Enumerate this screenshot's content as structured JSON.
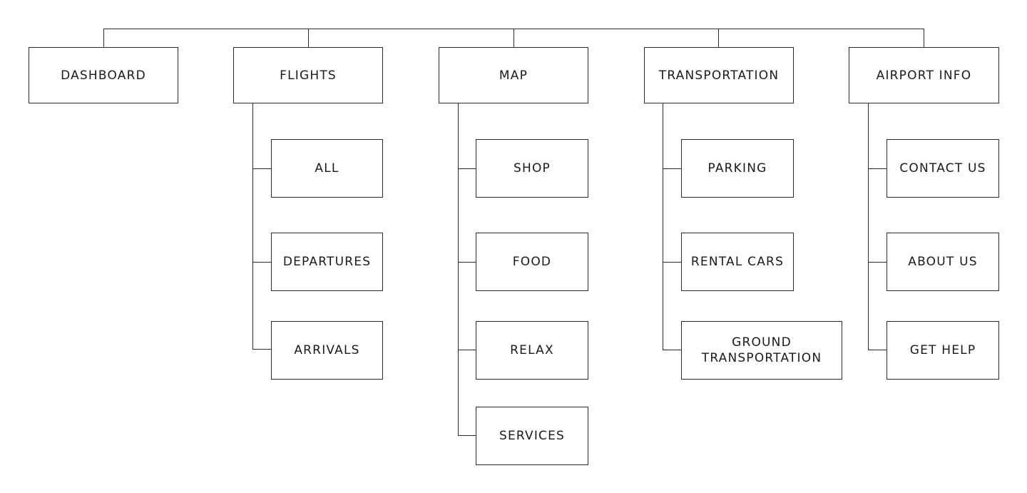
{
  "sitemap": {
    "sections": [
      {
        "label": "DASHBOARD",
        "children": []
      },
      {
        "label": "FLIGHTS",
        "children": [
          {
            "label": "ALL"
          },
          {
            "label": "DEPARTURES"
          },
          {
            "label": "ARRIVALS"
          }
        ]
      },
      {
        "label": "MAP",
        "children": [
          {
            "label": "SHOP"
          },
          {
            "label": "FOOD"
          },
          {
            "label": "RELAX"
          },
          {
            "label": "SERVICES"
          }
        ]
      },
      {
        "label": "TRANSPORTATION",
        "children": [
          {
            "label": "PARKING"
          },
          {
            "label": "RENTAL CARS"
          },
          {
            "label": "GROUND TRANSPORTATION"
          }
        ]
      },
      {
        "label": "AIRPORT INFO",
        "children": [
          {
            "label": "CONTACT US"
          },
          {
            "label": "ABOUT US"
          },
          {
            "label": "GET HELP"
          }
        ]
      }
    ]
  }
}
